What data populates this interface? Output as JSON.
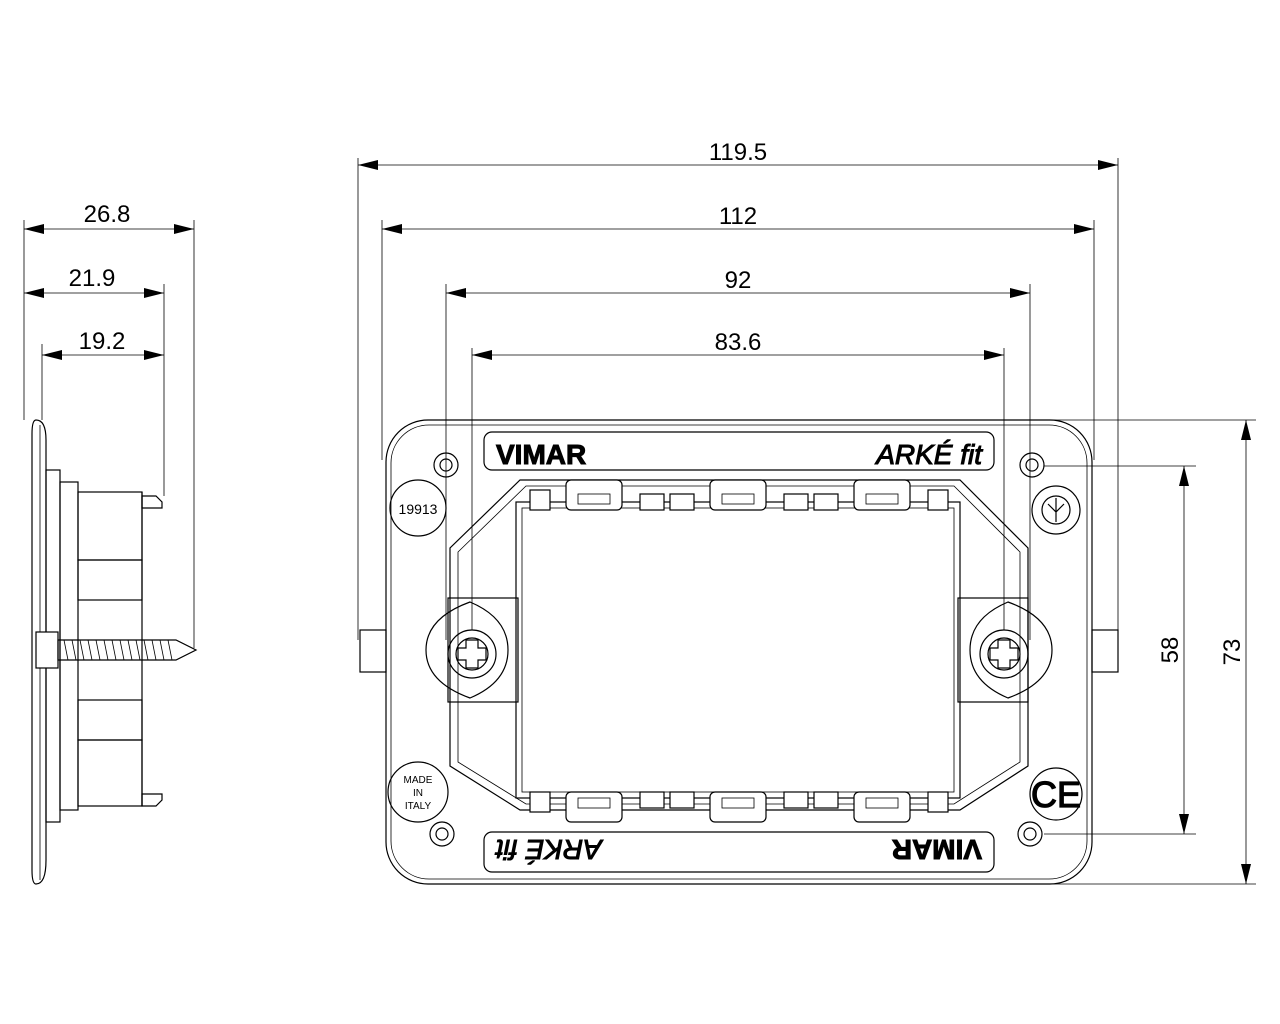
{
  "dimensions": {
    "side_total_depth": "26.8",
    "side_mid_depth": "21.9",
    "side_inner_depth": "19.2",
    "front_overall_width": "119.5",
    "front_frame_width": "112",
    "front_screw_spacing": "92",
    "front_window_width": "83.6",
    "front_inner_height": "58",
    "front_overall_height": "73"
  },
  "frame": {
    "brand_top": "VIMAR",
    "series_top": "ARKÉ fit",
    "brand_bottom": "VIMAR",
    "series_bottom": "ARKÉ fit",
    "part_number": "19913",
    "origin_line1": "MADE",
    "origin_line2": "IN",
    "origin_line3": "ITALY",
    "ce_mark": "CE"
  },
  "icons": {
    "screw": "phillips-screw-icon",
    "approval": "imq-approval-mark-icon",
    "conformity": "ce-mark-icon"
  }
}
